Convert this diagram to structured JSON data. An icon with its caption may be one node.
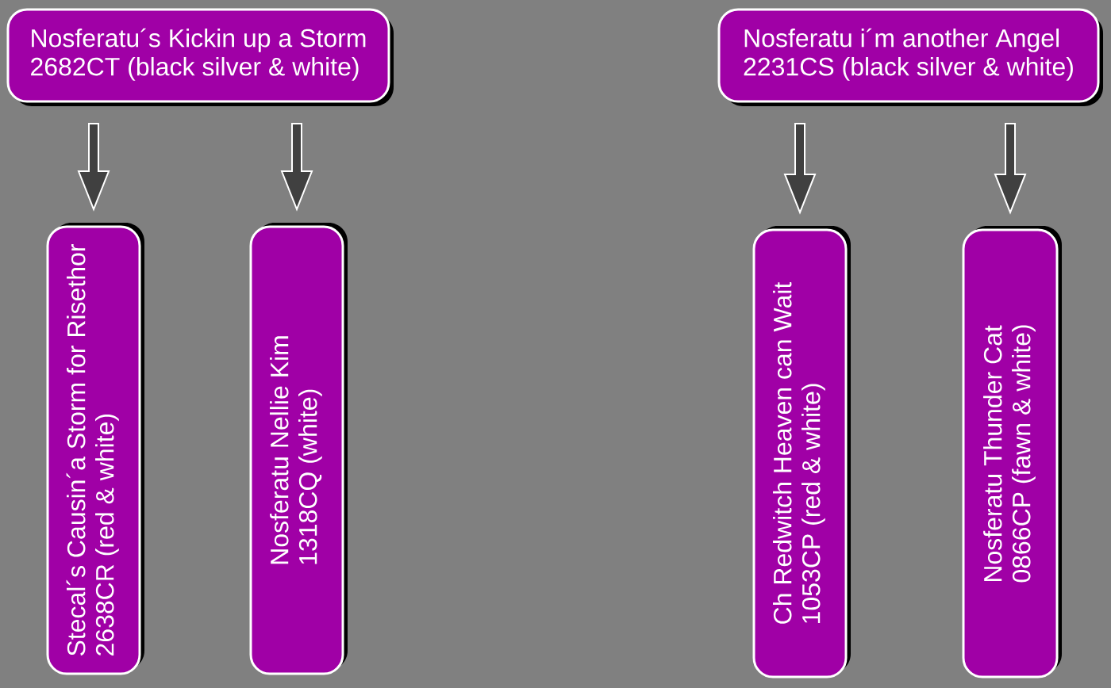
{
  "diagram": {
    "nodes": [
      {
        "text": [
          "Nosferatu´s Kickin up a Storm",
          "2682CT (black silver & white)"
        ]
      },
      {
        "text": [
          "Nosferatu i´m another Angel",
          "2231CS (black silver & white)"
        ]
      },
      {
        "text": [
          "Stecal´s Causin´a Storm for Risethor",
          "2638CR (red & white)"
        ]
      },
      {
        "text": [
          "Nosferatu Nellie Kim",
          "1318CQ (white)"
        ]
      },
      {
        "text": [
          "Ch Redwitch Heaven can Wait",
          "1053CP (red & white)"
        ]
      },
      {
        "text": [
          "Nosferatu Thunder Cat",
          "0866CP (fawn & white)"
        ]
      }
    ],
    "edges": [
      {
        "from": 0,
        "to": 2,
        "arrow": "to"
      },
      {
        "from": 0,
        "to": 3,
        "arrow": "to"
      },
      {
        "from": 1,
        "to": 4,
        "arrow": "to"
      },
      {
        "from": 1,
        "to": 5,
        "arrow": "to"
      }
    ]
  }
}
